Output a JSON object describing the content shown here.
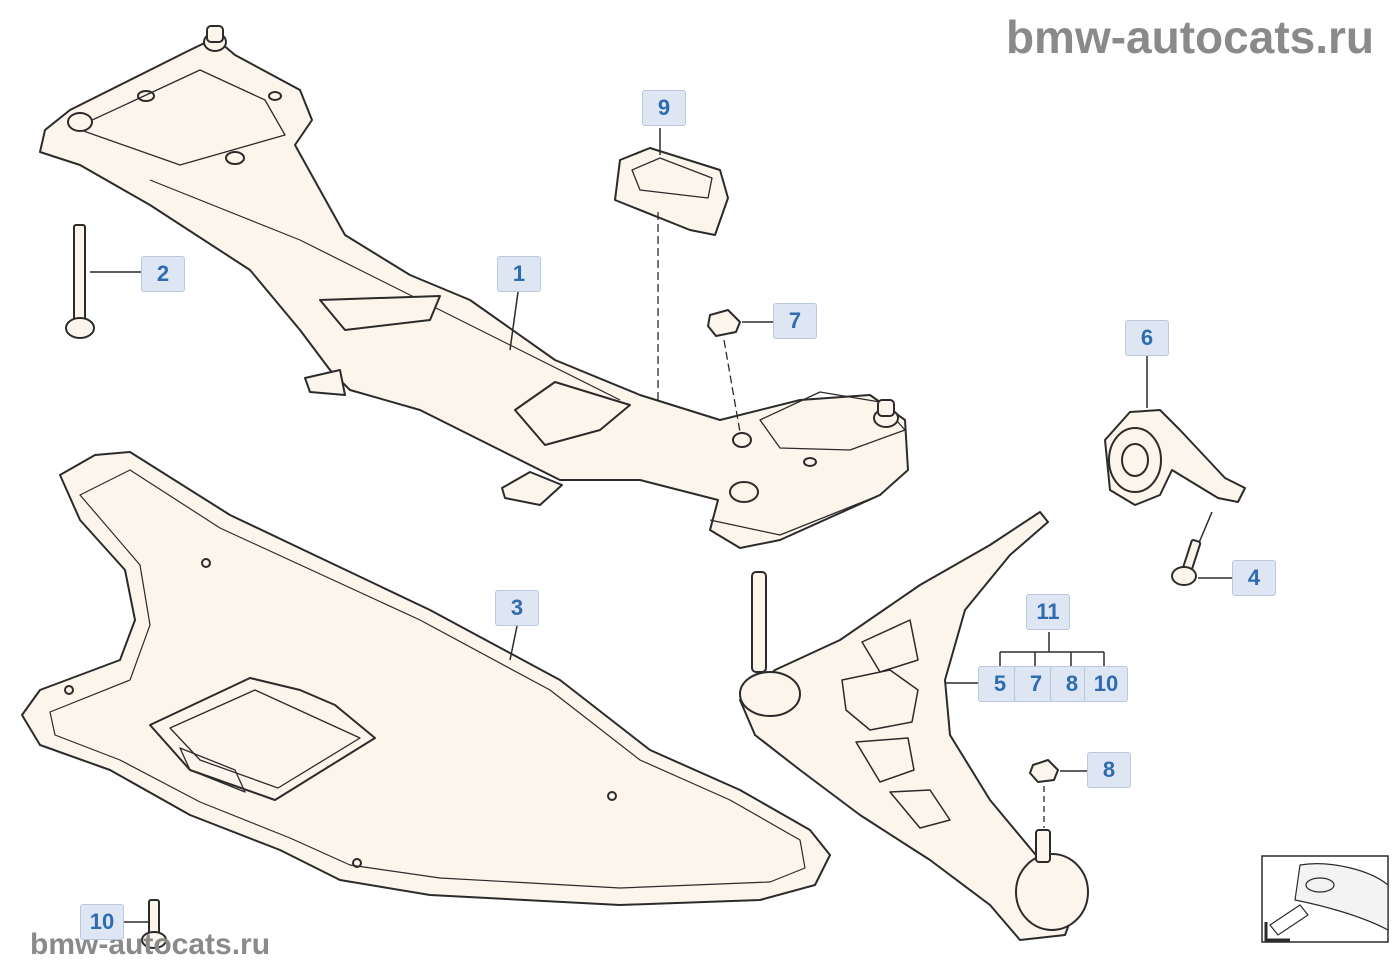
{
  "watermark": {
    "top_text": "bmw-autocats.ru",
    "bottom_text": "bmw-autocats.ru"
  },
  "colors": {
    "callout_bg": "#dde6f2",
    "callout_text": "#2f6bb0",
    "part_fill": "#fbf5ec",
    "part_stroke": "#2b2b2b",
    "watermark": "#8a8a8a"
  },
  "callouts": {
    "c1": "1",
    "c2": "2",
    "c3": "3",
    "c4": "4",
    "c5": "5",
    "c6": "6",
    "c7a": "7",
    "c7b": "7",
    "c8a": "8",
    "c8b": "8",
    "c9": "9",
    "c10a": "10",
    "c10b": "10",
    "c11": "11"
  },
  "parts": [
    {
      "id": "front-axle-carrier"
    },
    {
      "id": "mounting-bolt"
    },
    {
      "id": "reinforcement-plate"
    },
    {
      "id": "hex-bolt"
    },
    {
      "id": "rubber-mount-with-bracket"
    },
    {
      "id": "self-locking-nut"
    },
    {
      "id": "bracket"
    },
    {
      "id": "wishbone"
    },
    {
      "id": "repair-kit"
    }
  ],
  "icons": {
    "orientation": "car-front-view-icon"
  }
}
